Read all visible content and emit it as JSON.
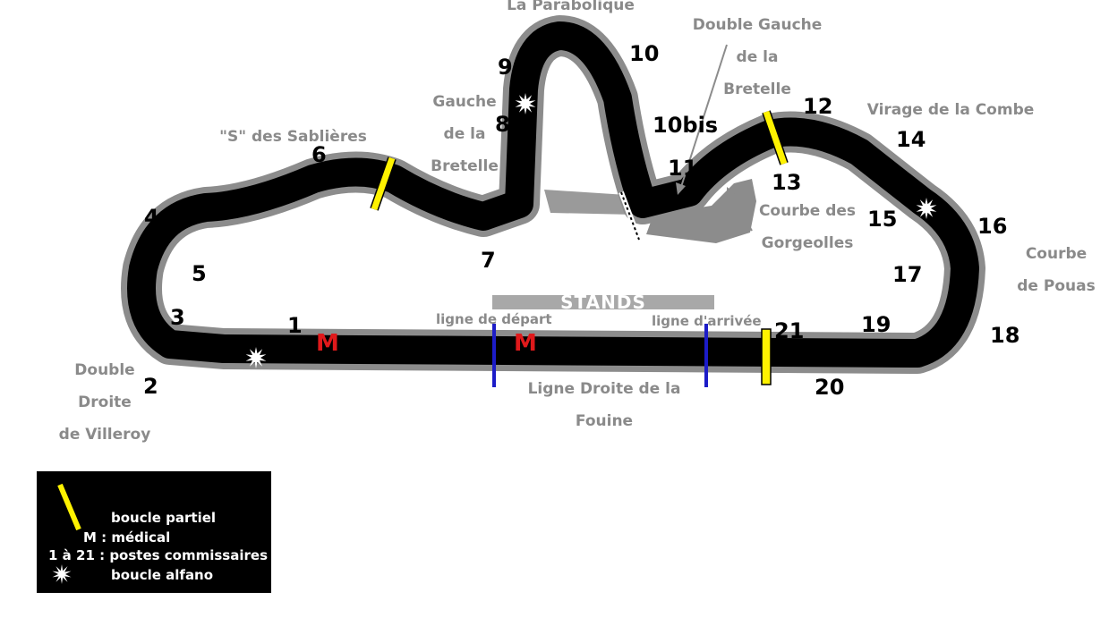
{
  "corner_names": {
    "parabolique": "La Parabolique",
    "double_gauche_bretelle": [
      "Double Gauche",
      "de la",
      "Bretelle"
    ],
    "gauche_bretelle": [
      "Gauche",
      "de la",
      "Bretelle"
    ],
    "s_sablieres": "\"S\" des Sablières",
    "virage_combe": "Virage de la Combe",
    "courbe_gorgeolles": [
      "Courbe des",
      "Gorgeolles"
    ],
    "courbe_pouas": [
      "Courbe",
      "de Pouas"
    ],
    "double_droite_villeroy": [
      "Double",
      "Droite",
      "de Villeroy"
    ],
    "ligne_droite_fouine": [
      "Ligne Droite de la",
      "Fouine"
    ]
  },
  "stands": "STANDS",
  "ligne_depart": "ligne de départ",
  "ligne_arrivee": "ligne d'arrivée",
  "posts": [
    "1",
    "2",
    "3",
    "4",
    "5",
    "6",
    "7",
    "8",
    "9",
    "10",
    "10bis",
    "11",
    "12",
    "13",
    "14",
    "15",
    "16",
    "17",
    "18",
    "19",
    "20",
    "21"
  ],
  "medical_marker": "M",
  "legend": {
    "loop": "boucle partiel",
    "medical": "M : médical",
    "posts": "1 à 21 : postes commissaires",
    "alfano": "boucle alfano"
  },
  "colors": {
    "track": "#000000",
    "runoff": "#8c8c8c",
    "partial_loop": "#fff200",
    "timing_line": "#1c1cc8",
    "medical": "#e0191b",
    "labels": "#8a8a8a"
  }
}
